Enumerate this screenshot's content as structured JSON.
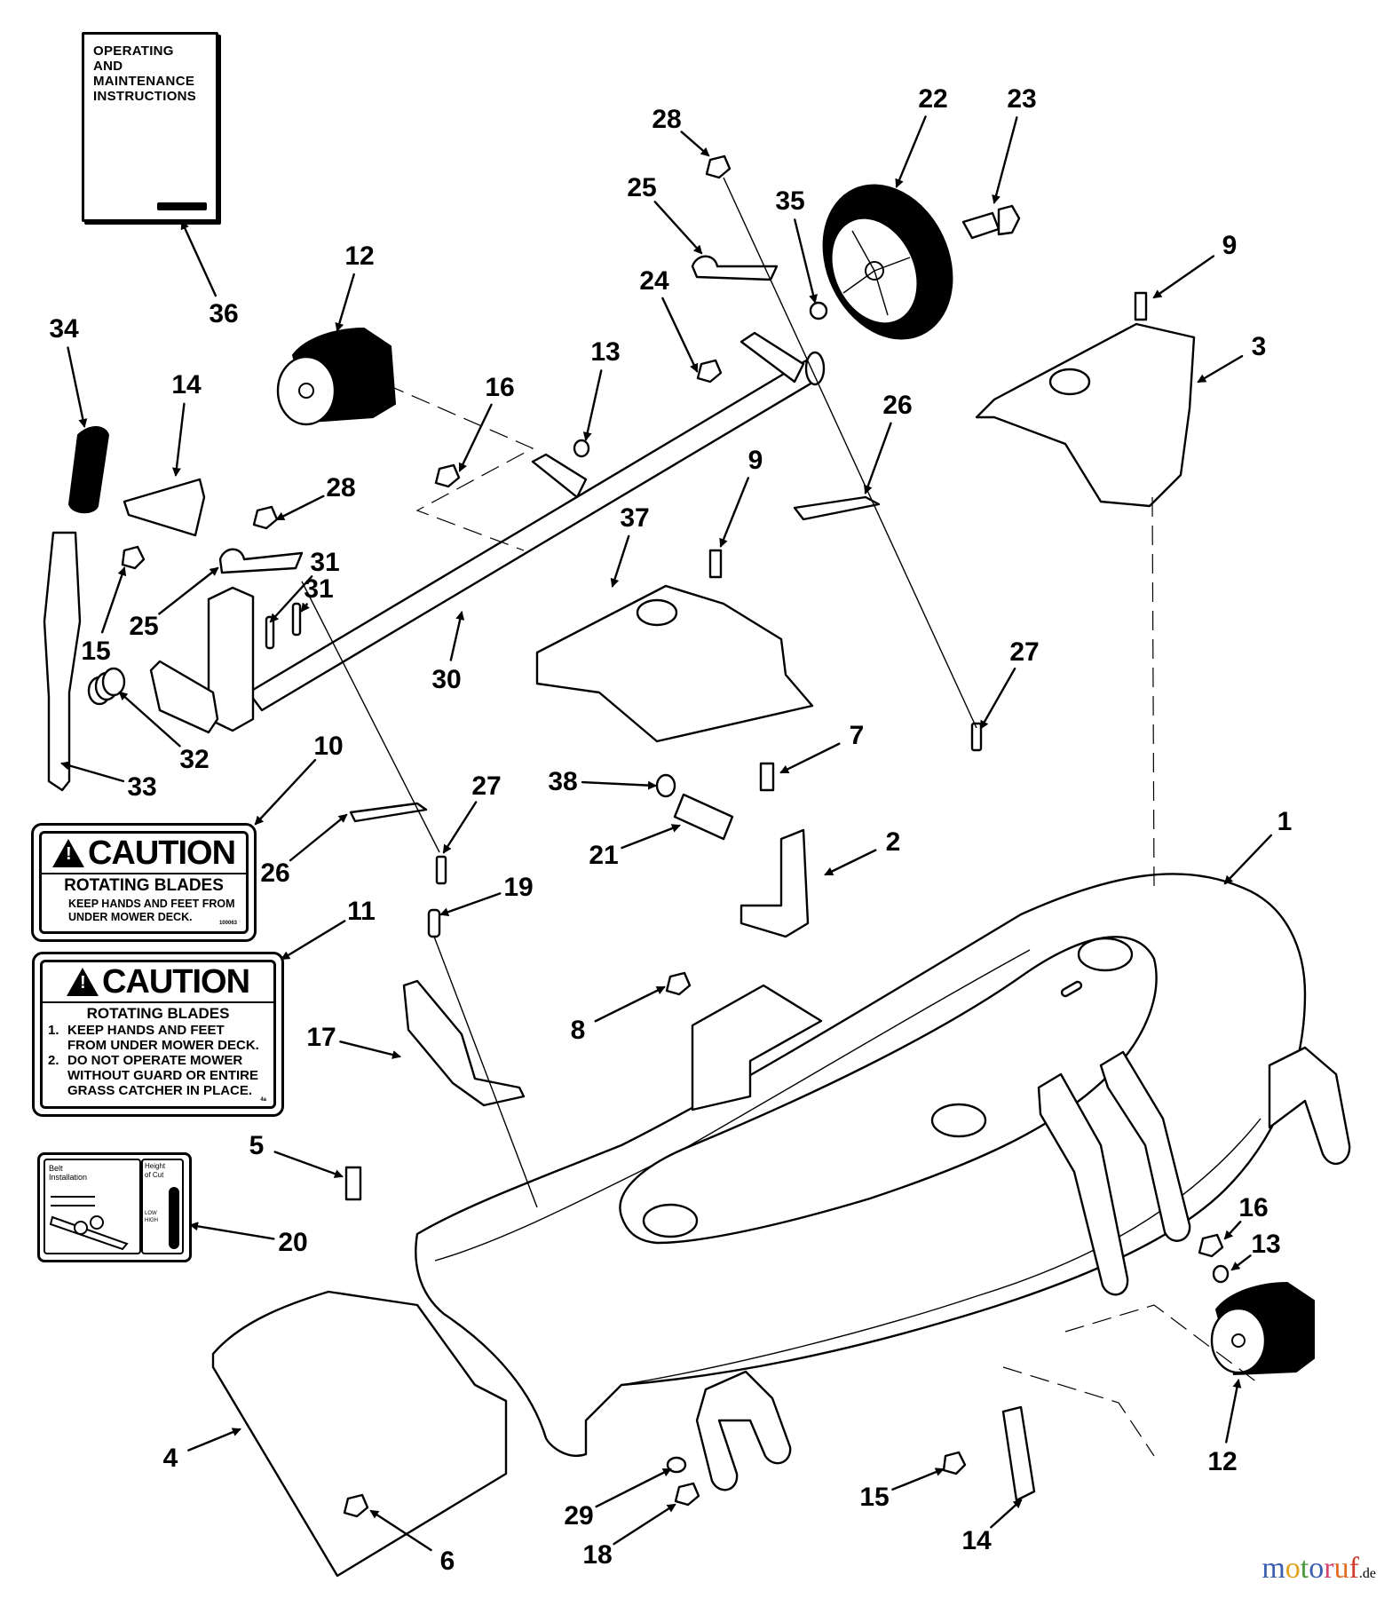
{
  "manual": {
    "title": "OPERATING\nAND\nMAINTENANCE\nINSTRUCTIONS"
  },
  "decal_10": {
    "heading": "CAUTION",
    "subheading": "ROTATING BLADES",
    "lines": [
      "KEEP HANDS AND FEET FROM",
      "UNDER MOWER DECK."
    ],
    "code": "100063"
  },
  "decal_11": {
    "heading": "CAUTION",
    "subheading": "ROTATING BLADES",
    "items": [
      {
        "num": "1.",
        "lines": [
          "KEEP HANDS AND FEET",
          "FROM UNDER MOWER DECK."
        ]
      },
      {
        "num": "2.",
        "lines": [
          "DO NOT OPERATE MOWER",
          "WITHOUT GUARD OR ENTIRE",
          "GRASS CATCHER IN PLACE."
        ]
      }
    ],
    "code": "4a"
  },
  "decal_20": {
    "left_title": "Belt\nInstallation",
    "right_title": "Height\nof Cut",
    "low": "LOW",
    "high": "HIGH"
  },
  "callouts": [
    {
      "id": "1",
      "part": "mower-deck"
    },
    {
      "id": "2",
      "part": "bracket"
    },
    {
      "id": "3",
      "part": "spindle-cover-right"
    },
    {
      "id": "4",
      "part": "discharge-deflector"
    },
    {
      "id": "5",
      "part": "bolt"
    },
    {
      "id": "6",
      "part": "nut"
    },
    {
      "id": "7",
      "part": "bolt"
    },
    {
      "id": "8",
      "part": "nut"
    },
    {
      "id": "9",
      "part": "bolt"
    },
    {
      "id": "9",
      "part": "bolt"
    },
    {
      "id": "10",
      "part": "caution-decal-small"
    },
    {
      "id": "11",
      "part": "caution-decal-large"
    },
    {
      "id": "12",
      "part": "roller"
    },
    {
      "id": "12",
      "part": "roller"
    },
    {
      "id": "13",
      "part": "washer"
    },
    {
      "id": "13",
      "part": "washer"
    },
    {
      "id": "14",
      "part": "roller-arm"
    },
    {
      "id": "14",
      "part": "roller-arm"
    },
    {
      "id": "15",
      "part": "bolt"
    },
    {
      "id": "15",
      "part": "bolt"
    },
    {
      "id": "16",
      "part": "nut"
    },
    {
      "id": "16",
      "part": "nut"
    },
    {
      "id": "17",
      "part": "height-bracket"
    },
    {
      "id": "18",
      "part": "nut"
    },
    {
      "id": "19",
      "part": "carriage-bolt"
    },
    {
      "id": "20",
      "part": "belt-height-decal"
    },
    {
      "id": "21",
      "part": "spacer"
    },
    {
      "id": "22",
      "part": "wheel"
    },
    {
      "id": "23",
      "part": "shoulder-bolt"
    },
    {
      "id": "24",
      "part": "nut"
    },
    {
      "id": "25",
      "part": "clamp"
    },
    {
      "id": "25",
      "part": "clamp"
    },
    {
      "id": "26",
      "part": "plate"
    },
    {
      "id": "26",
      "part": "plate"
    },
    {
      "id": "27",
      "part": "screw"
    },
    {
      "id": "27",
      "part": "screw"
    },
    {
      "id": "28",
      "part": "nut"
    },
    {
      "id": "28",
      "part": "nut"
    },
    {
      "id": "29",
      "part": "washer"
    },
    {
      "id": "30",
      "part": "lift-shaft"
    },
    {
      "id": "31",
      "part": "pin"
    },
    {
      "id": "31",
      "part": "pin"
    },
    {
      "id": "32",
      "part": "spring"
    },
    {
      "id": "33",
      "part": "lever"
    },
    {
      "id": "34",
      "part": "grip"
    },
    {
      "id": "35",
      "part": "washer"
    },
    {
      "id": "36",
      "part": "manual"
    },
    {
      "id": "37",
      "part": "spindle-cover-left"
    },
    {
      "id": "38",
      "part": "lock-washer"
    }
  ],
  "watermark": {
    "letters": [
      "m",
      "o",
      "t",
      "o",
      "r",
      "u",
      "f"
    ],
    "colors": [
      "#3b5fb0",
      "#e0a21a",
      "#4a9a3c",
      "#3b5fb0",
      "#d8446f",
      "#e06a1e",
      "#d33a2a"
    ],
    "tld": ".de"
  }
}
